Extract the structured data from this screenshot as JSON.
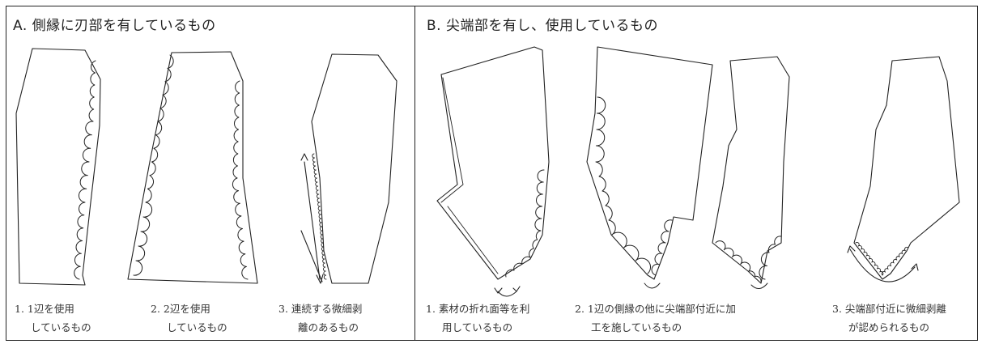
{
  "panel_a": {
    "title": "A. 側縁に刃部を有しているもの",
    "items": [
      {
        "line1": "1. 1辺を使用",
        "line2": "しているもの"
      },
      {
        "line1": "2. 2辺を使用",
        "line2": "しているもの"
      },
      {
        "line1": "3. 連続する微細剥",
        "line2": "離のあるもの"
      }
    ]
  },
  "panel_b": {
    "title": "B. 尖端部を有し、使用しているもの",
    "items": [
      {
        "line1": "1. 素材の折れ面等を利",
        "line2": "用しているもの"
      },
      {
        "line1": "2. 1辺の側縁の他に尖端部付近に加",
        "line2": "工を施しているもの"
      },
      {
        "line1": "3. 尖端部付近に微細剥離",
        "line2": "が認められるもの"
      }
    ]
  }
}
